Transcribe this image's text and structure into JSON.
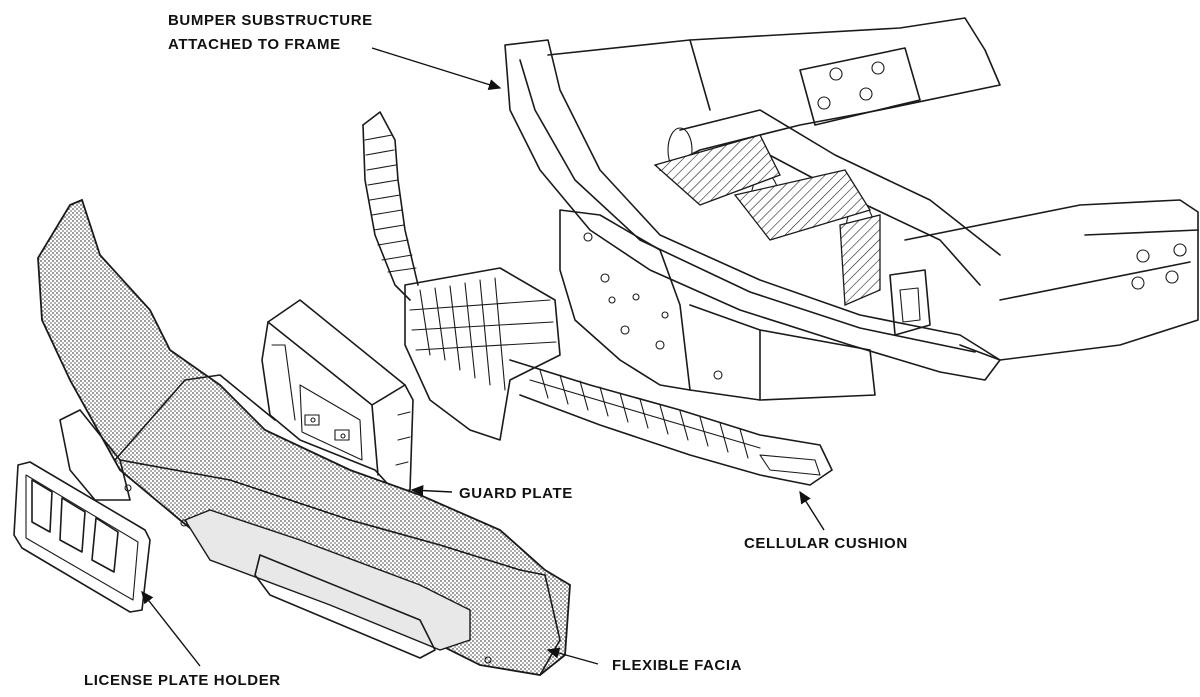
{
  "labels": {
    "bumper_substructure_line1": "BUMPER SUBSTRUCTURE",
    "bumper_substructure_line2": "ATTACHED TO FRAME",
    "guard_plate": "GUARD PLATE",
    "cellular_cushion": "CELLULAR CUSHION",
    "license_plate_holder": "LICENSE PLATE HOLDER",
    "flexible_facia": "FLEXIBLE FACIA"
  },
  "colors": {
    "ink": "#1a1a1a",
    "paper": "#ffffff",
    "stipple": "#8a8a8a"
  }
}
